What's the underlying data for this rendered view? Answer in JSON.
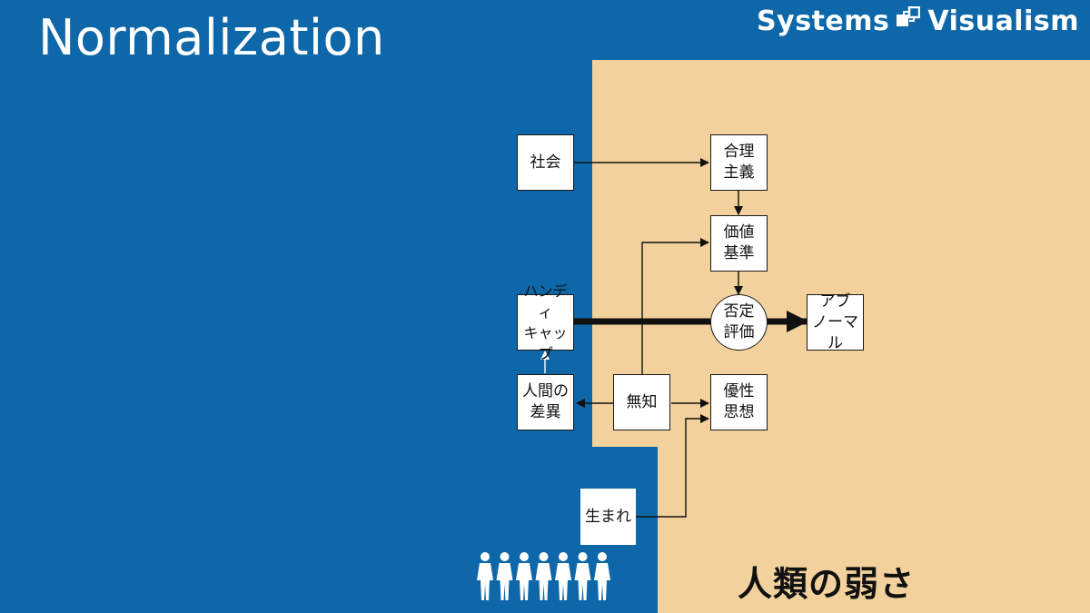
{
  "header": {
    "title": "Normalization",
    "brand_left": "Systems",
    "brand_right": "Visualism"
  },
  "colors": {
    "background_blue": "#0e67a8",
    "region_beige": "#f2d19c",
    "text_white": "#ffffff",
    "ink": "#111111"
  },
  "nodes": {
    "society": "社会",
    "rationalism": "合理\n主義",
    "value_standard": "価値\n基準",
    "negative_evaluation": "否定\n評価",
    "abnormal": "アブ\nノーマル",
    "handicap": "ハンディ\nキャップ",
    "human_difference": "人間の\n差異",
    "ignorance": "無知",
    "eugenics": "優性\n思想",
    "birth": "生まれ"
  },
  "region_label": "人類の弱さ",
  "icons": {
    "brand_logo": "systems-visualism-logo-icon",
    "people": "people-group-icon"
  }
}
